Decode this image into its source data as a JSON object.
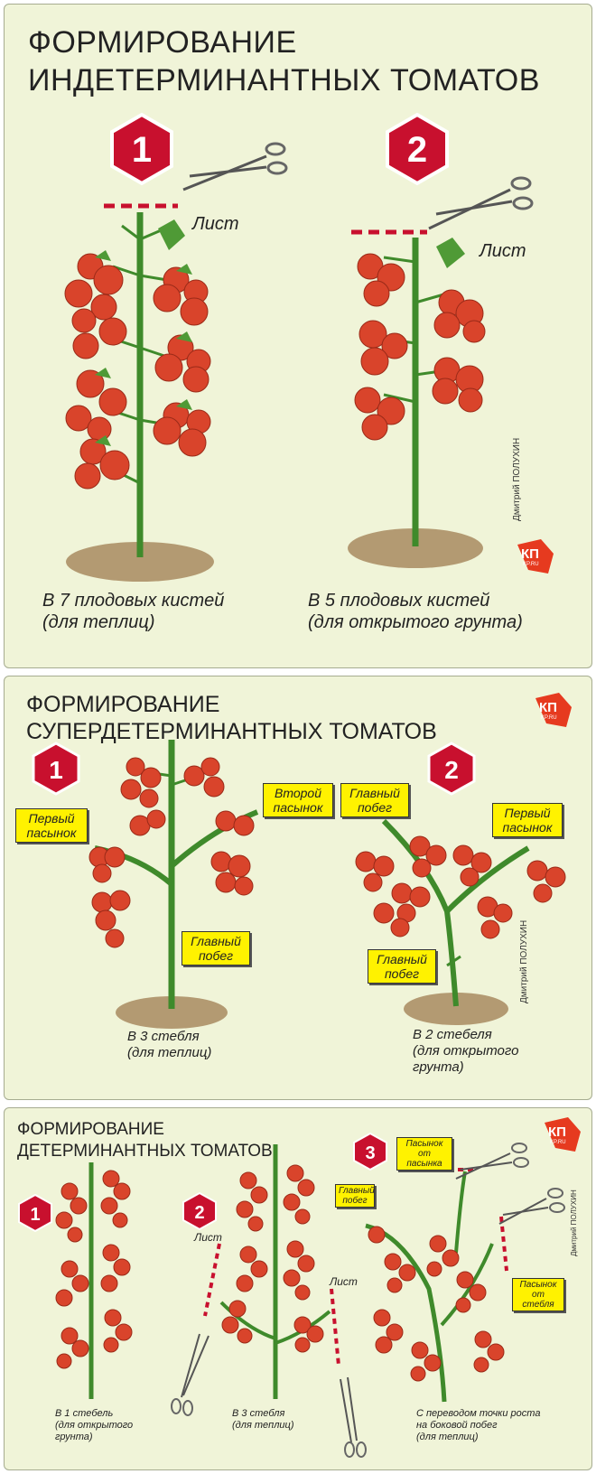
{
  "panel1": {
    "title_line1": "ФОРМИРОВАНИЕ",
    "title_line2": "ИНДЕТЕРМИНАНТНЫХ ТОМАТОВ",
    "step1": {
      "number": "1",
      "leaf_label": "Лист",
      "caption_line1": "В 7 плодовых кистей",
      "caption_line2": "(для теплиц)"
    },
    "step2": {
      "number": "2",
      "leaf_label": "Лист",
      "caption_line1": "В 5 плодовых кистей",
      "caption_line2": "(для открытого грунта)"
    },
    "credit": "Дмитрий ПОЛУХИН",
    "logo_text": "КП",
    "logo_sub": "KP.RU"
  },
  "panel2": {
    "title_line1": "ФОРМИРОВАНИЕ",
    "title_line2": "СУПЕРДЕТЕРМИНАНТНЫХ ТОМАТОВ",
    "step1": {
      "number": "1",
      "tag_first_1": "Первый",
      "tag_first_2": "пасынок",
      "tag_second_1": "Второй",
      "tag_second_2": "пасынок",
      "tag_main_1": "Главный",
      "tag_main_2": "побег",
      "caption_line1": "В 3 стебля",
      "caption_line2": "(для теплиц)"
    },
    "step2": {
      "number": "2",
      "tag_main_top_1": "Главный",
      "tag_main_top_2": "побег",
      "tag_first_1": "Первый",
      "tag_first_2": "пасынок",
      "tag_main_1": "Главный",
      "tag_main_2": "побег",
      "caption_line1": "В 2 стебеля",
      "caption_line2": "(для открытого",
      "caption_line3": "грунта)"
    },
    "credit": "Дмитрий ПОЛУХИН",
    "logo_text": "КП",
    "logo_sub": "KP.RU"
  },
  "panel3": {
    "title_line1": "ФОРМИРОВАНИЕ",
    "title_line2": "ДЕТЕРМИНАНТНЫХ ТОМАТОВ",
    "step1": {
      "number": "1",
      "caption_line1": "В 1 стебель",
      "caption_line2": "(для открытого",
      "caption_line3": "грунта)"
    },
    "step2": {
      "number": "2",
      "leaf_label_left": "Лист",
      "leaf_label_right": "Лист",
      "caption_line1": "В 3 стебля",
      "caption_line2": "(для теплиц)"
    },
    "step3": {
      "number": "3",
      "tag_main_1": "Главный",
      "tag_main_2": "побег",
      "tag_side_1": "Пасынок",
      "tag_side_2": "от пасынка",
      "tag_stem_1": "Пасынок",
      "tag_stem_2": "от стебля",
      "caption_line1": "С переводом точки роста",
      "caption_line2": "на боковой побег",
      "caption_line3": "(для теплиц)"
    },
    "credit": "Дмитрий ПОЛУХИН",
    "logo_text": "КП",
    "logo_sub": "KP.RU"
  },
  "colors": {
    "background": "#f0f4d8",
    "badge": "#c8102e",
    "tag": "#fff200",
    "stem": "#3f8a2b",
    "tomato": "#d9442b",
    "soil": "#b39a72",
    "cut_line": "#c8102e"
  }
}
